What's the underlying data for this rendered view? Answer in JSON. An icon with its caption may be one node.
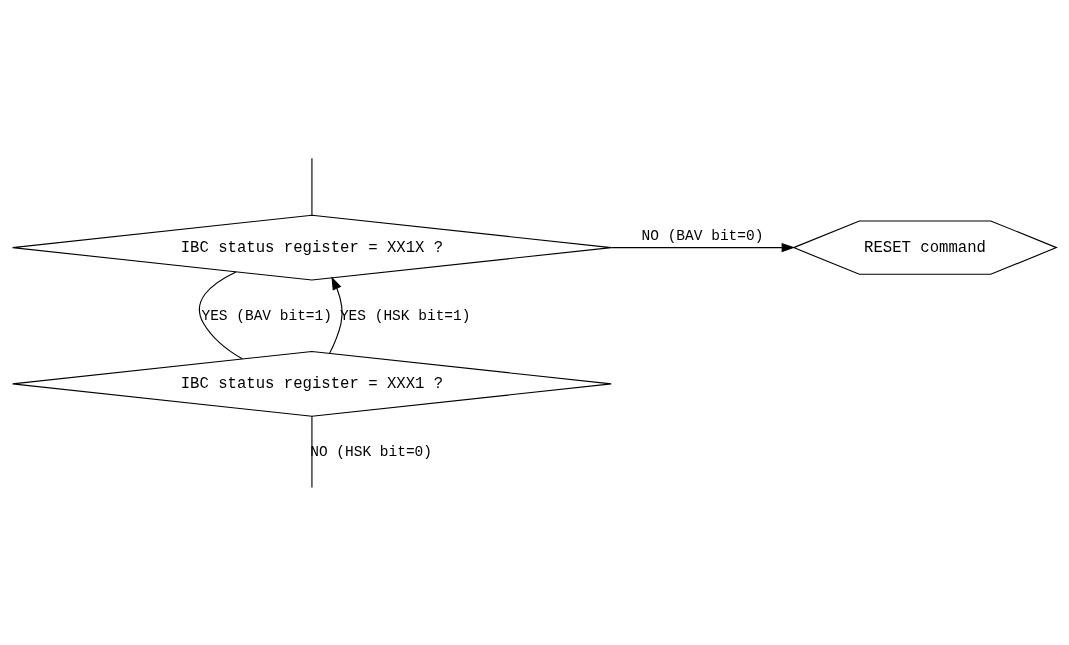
{
  "diagram": {
    "nodes": [
      {
        "text": [
          "IBC status register = XX1X ?"
        ]
      },
      {
        "text": [
          "RESET command"
        ]
      },
      {
        "text": [
          "IBC status register = XXX1 ?"
        ]
      }
    ],
    "edges": [
      {
        "from": null,
        "to": 0,
        "arrow": "none"
      },
      {
        "from": 0,
        "to": 1,
        "arrow": "to",
        "label": "NO (BAV bit=0)"
      },
      {
        "from": 0,
        "to": 2,
        "arrow": "none",
        "label": "YES (BAV bit=1)"
      },
      {
        "from": 2,
        "to": 0,
        "arrow": "to",
        "label": "YES (HSK bit=1)"
      },
      {
        "from": 2,
        "to": null,
        "arrow": "none",
        "label": "NO (HSK bit=0)"
      }
    ]
  }
}
